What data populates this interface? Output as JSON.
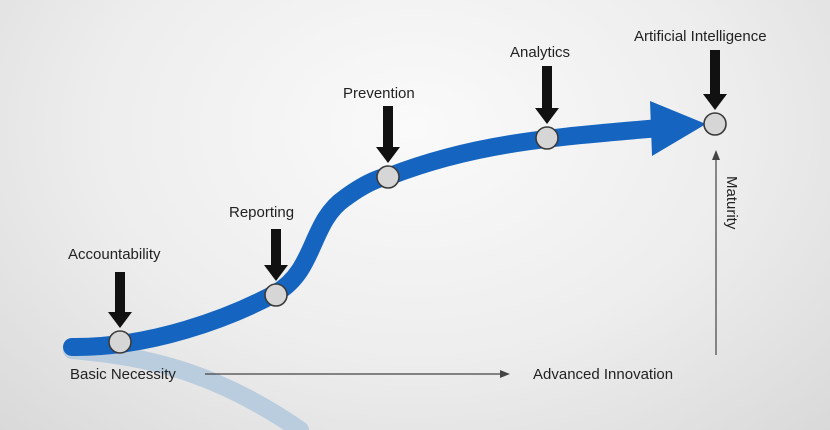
{
  "diagram": {
    "stages": [
      {
        "label": "Accountability"
      },
      {
        "label": "Reporting"
      },
      {
        "label": "Prevention"
      },
      {
        "label": "Analytics"
      },
      {
        "label": "Artificial Intelligence"
      }
    ],
    "x_axis": {
      "start_label": "Basic Necessity",
      "end_label": "Advanced Innovation"
    },
    "y_axis": {
      "label": "Maturity"
    }
  },
  "colors": {
    "curve": "#1565c0",
    "curve_reflection": "#a9c4dc",
    "node_fill": "#d6d6d6",
    "node_stroke": "#3a3a3a",
    "arrow": "#111111",
    "axis": "#444444",
    "text": "#222222"
  }
}
